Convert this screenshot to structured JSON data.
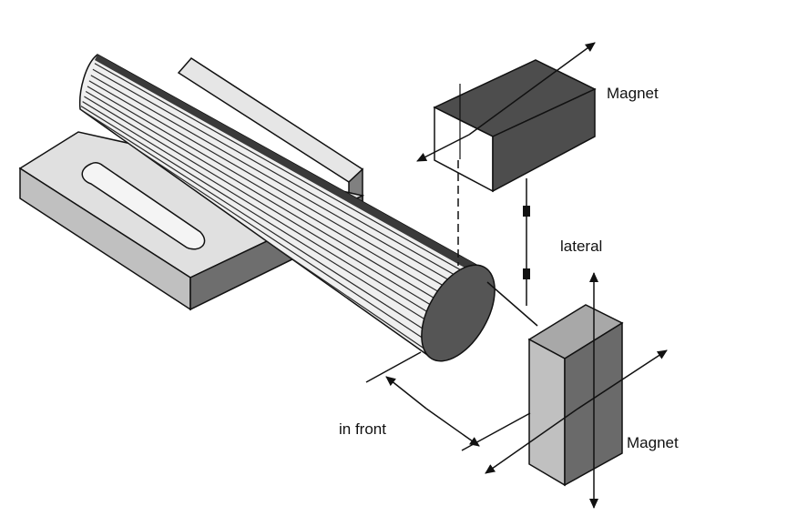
{
  "labels": {
    "magnet_top": "Magnet",
    "magnet_bottom": "Magnet",
    "lateral": "lateral",
    "in_front": "in front"
  },
  "colors": {
    "dark_gray": "#4d4d4d",
    "mid_gray": "#808080",
    "light_gray": "#c0c0c0",
    "pale_gray": "#e6e6e6",
    "outline": "#111111"
  }
}
